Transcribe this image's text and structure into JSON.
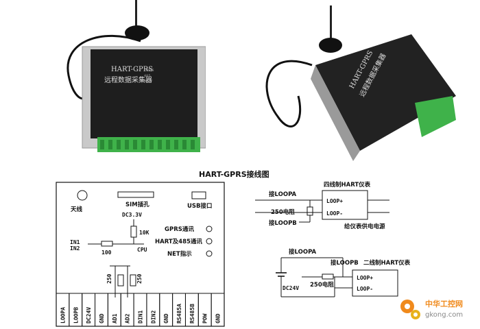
{
  "title": "HART-GPRS接线图",
  "device": {
    "line1": "HART-GPRS",
    "line2": "远程数据采集器",
    "leds": [
      "GPRS",
      "485",
      "NET"
    ]
  },
  "board": {
    "antenna": "天线",
    "sim": "SIM插孔",
    "usb": "USB接口",
    "dc33": "DC3.3V",
    "r10k": "10K",
    "r100": "100",
    "cpu": "CPU",
    "in1": "IN1",
    "in2": "IN2",
    "r250a": "250",
    "r250b": "250",
    "led_gprs": "GPRS通讯",
    "led_hart": "HART及485通讯",
    "led_net": "NET指示",
    "terminals": [
      "LOOPA",
      "LOOPB",
      "DC24V",
      "GND",
      "AD1",
      "AD2",
      "DIN1",
      "DIN2",
      "GND",
      "RS485A",
      "RS485B",
      "POW",
      "GND"
    ]
  },
  "four_wire": {
    "title": "四线制HART仪表",
    "connect_a": "接LOOPA",
    "connect_b": "接LOOPB",
    "res": "250电阻",
    "loop_p": "LOOP+",
    "loop_m": "LOOP-",
    "supply": "给仪表供电电源"
  },
  "two_wire": {
    "title": "二线制HART仪表",
    "connect_a": "接LOOPA",
    "connect_b": "接LOOPB",
    "res": "250电阻",
    "dc": "DC24V",
    "loop_p": "LOOP+",
    "loop_m": "LOOP-"
  },
  "watermark": {
    "cn": "中华工控网",
    "url": "gkong.com"
  },
  "colors": {
    "terminal_green": "#3fb24a",
    "device_black": "#1e1e1e",
    "watermark_orange": "#f08a1c"
  }
}
